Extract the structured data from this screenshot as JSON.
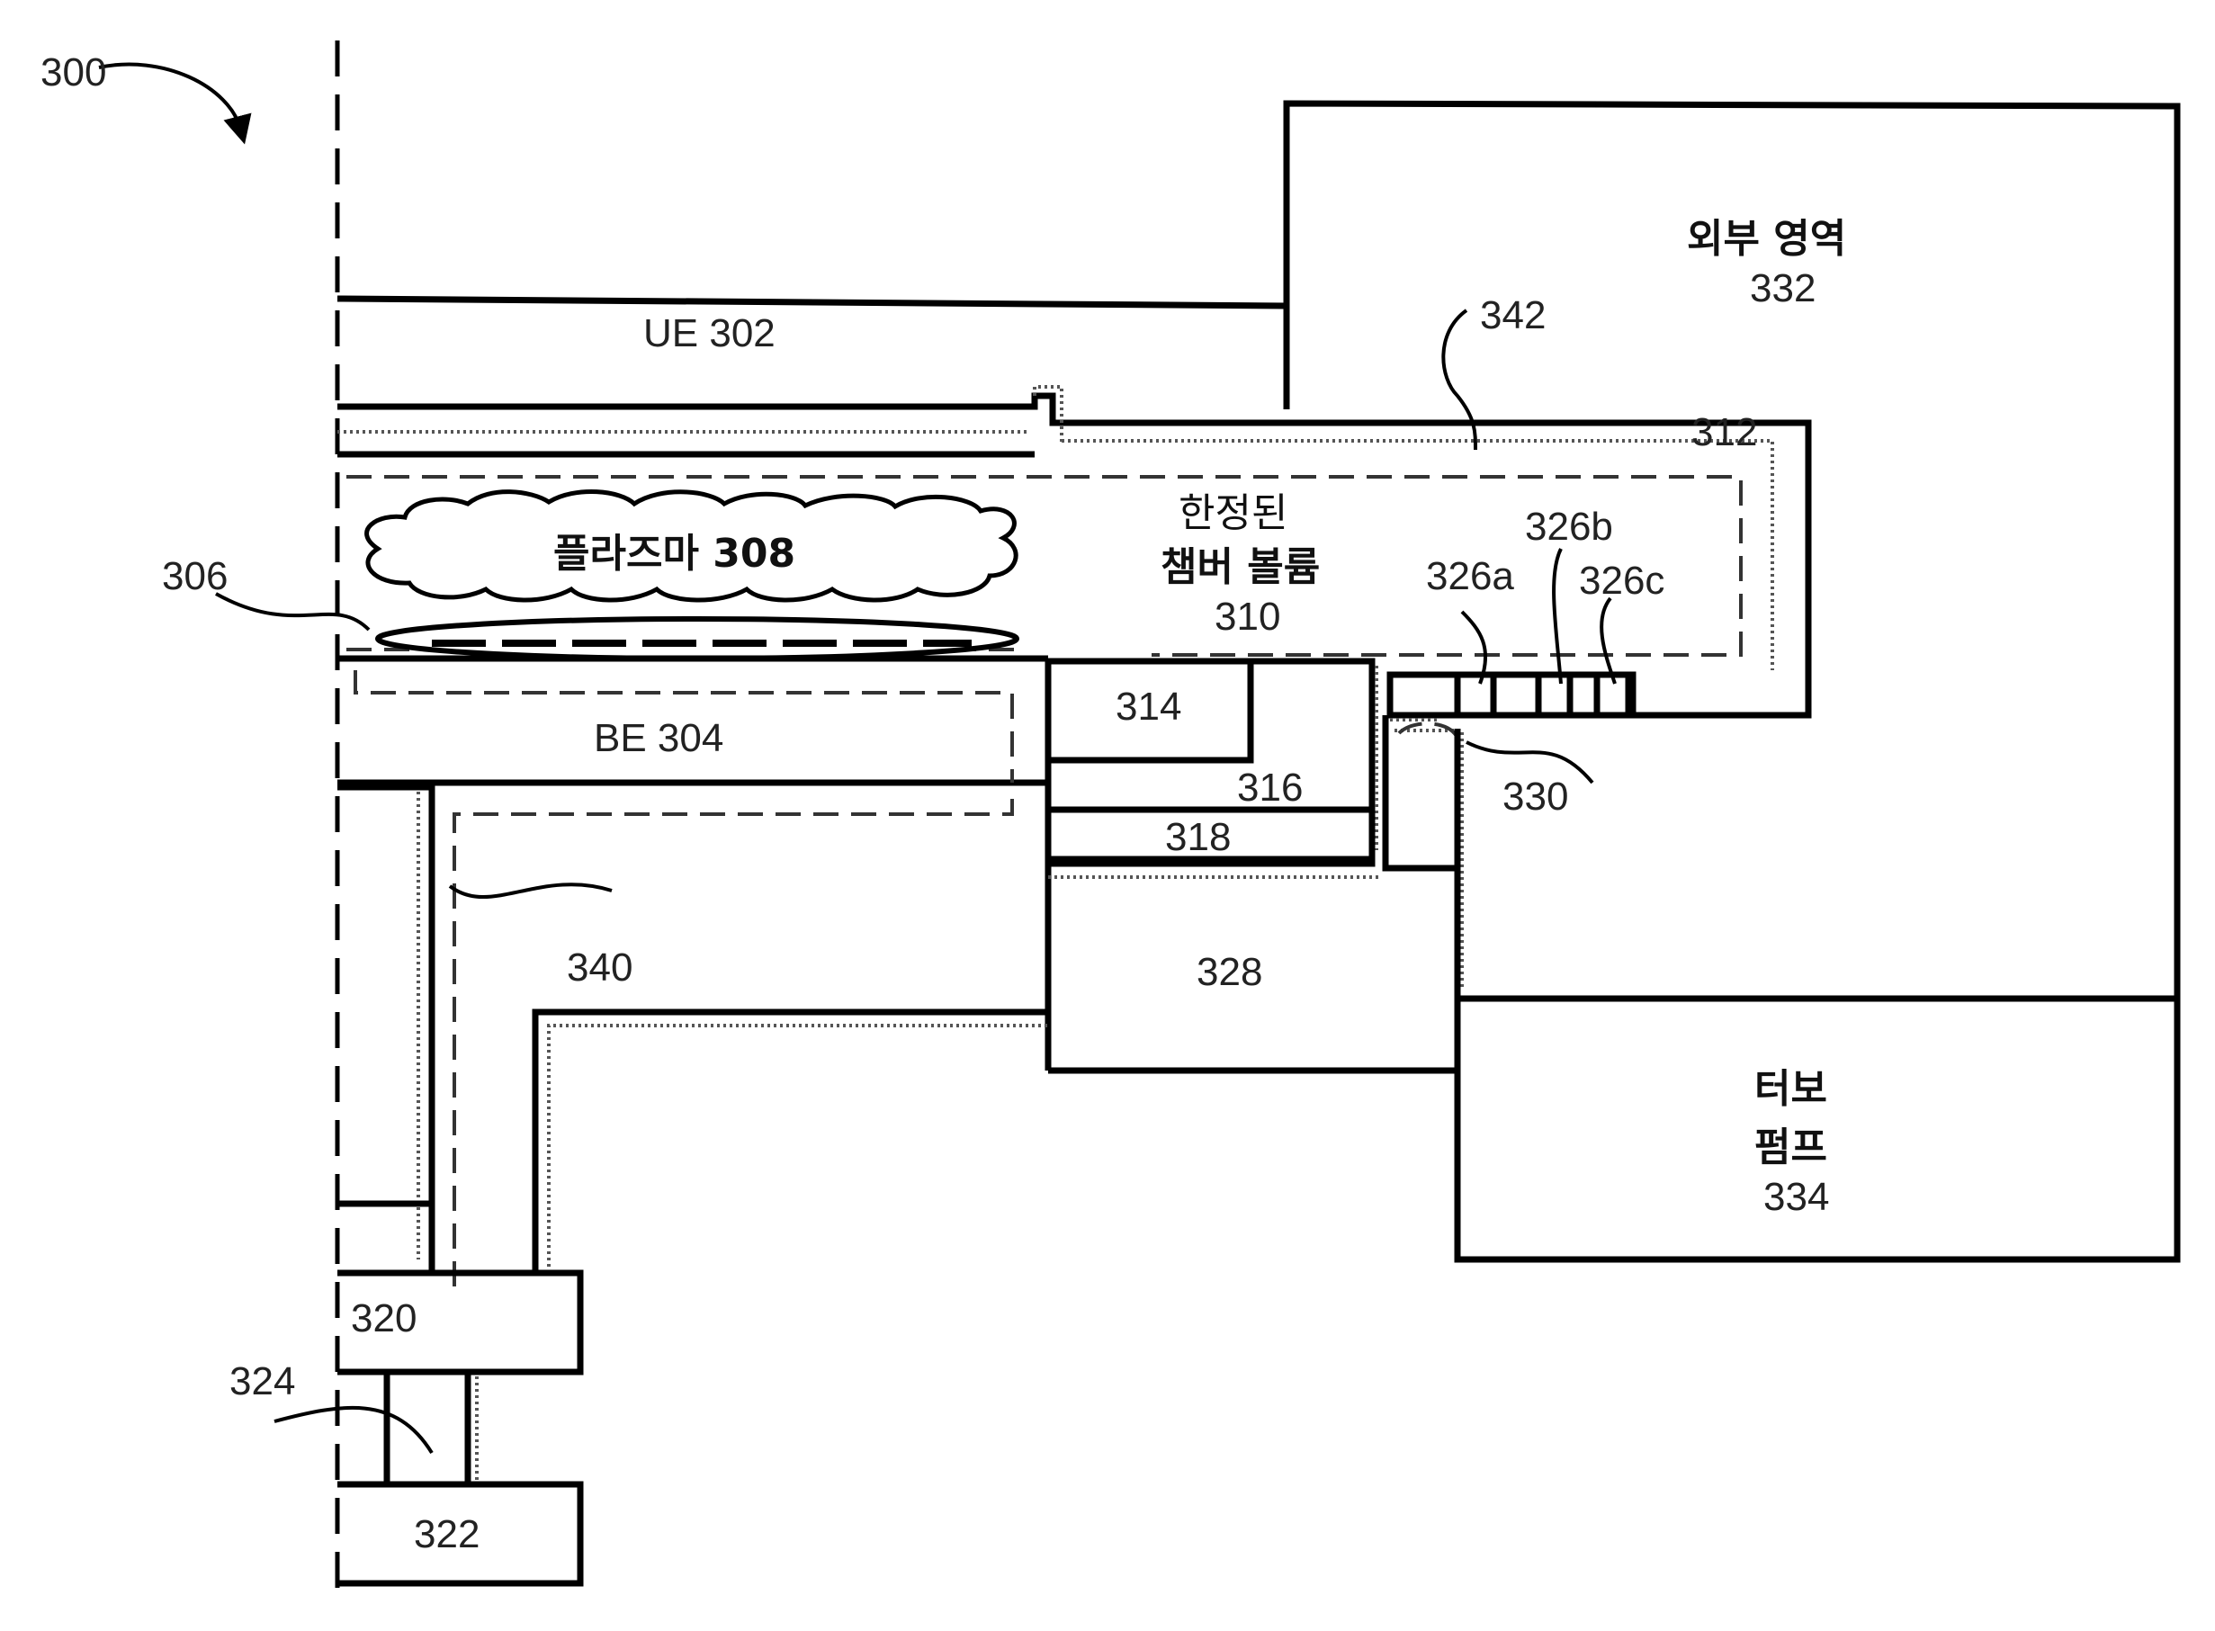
{
  "figure": {
    "ref": "300",
    "labels": {
      "ue": "UE 302",
      "be": "BE 304",
      "ref_306": "306",
      "plasma": "플라즈마 308",
      "volume_line1": "한정된",
      "volume_line2": "챔버 볼륨",
      "volume_ref": "310",
      "ref_312": "312",
      "ref_314": "314",
      "ref_316": "316",
      "ref_318": "318",
      "ref_320": "320",
      "ref_322": "322",
      "ref_324": "324",
      "ref_326a": "326a",
      "ref_326b": "326b",
      "ref_326c": "326c",
      "ref_328": "328",
      "ref_330": "330",
      "outer_line1": "외부 영역",
      "outer_ref": "332",
      "turbo_line1": "터보",
      "turbo_line2": "펌프",
      "turbo_ref": "334",
      "ref_340": "340",
      "ref_342": "342"
    }
  }
}
